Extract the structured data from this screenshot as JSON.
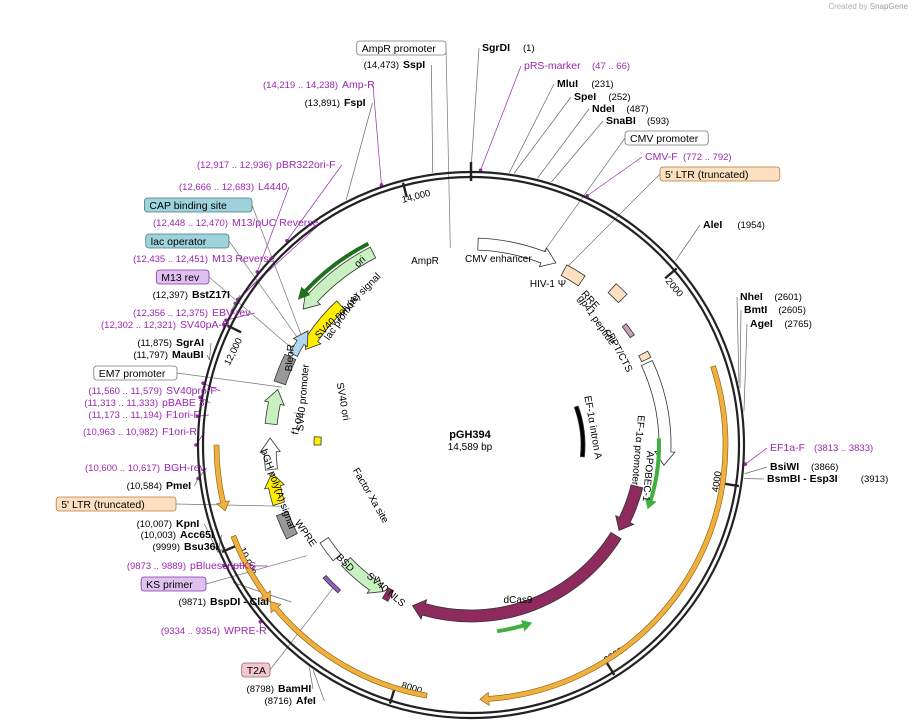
{
  "credit": {
    "prefix": "Created by",
    "brand": "SnapGene"
  },
  "plasmid": {
    "name": "pGH394",
    "size_label": "14,589 bp",
    "length": 14589
  },
  "ticks": [
    "2000",
    "4000",
    "6000",
    "8000",
    "10,000",
    "12,000",
    "14,000"
  ],
  "colors": {
    "backbone": "#222222",
    "site_label": "#000000",
    "primer": "#9c27b0",
    "orf_purple": "#8e2a5e",
    "orf_green": "#c8f0c0",
    "promoter_white": "#ffffff",
    "ori_yellow": "#ffee00",
    "ltr_orange": "#fde0c0",
    "misc_gray": "#999999",
    "highlight": "#f0b040"
  },
  "left_labels": [
    {
      "pos": "(14,473)",
      "name": "SspI",
      "kind": "site"
    },
    {
      "pos": "(14,219 .. 14,238)",
      "name": "Amp-R",
      "kind": "primer"
    },
    {
      "pos": "(13,891)",
      "name": "FspI",
      "kind": "site"
    },
    {
      "pos": "(12,917 .. 12,936)",
      "name": "pBR322ori-F",
      "kind": "primer"
    },
    {
      "pos": "(12,666 .. 12,683)",
      "name": "L4440",
      "kind": "primer"
    },
    {
      "pos": "(12,448 .. 12,470)",
      "name": "M13/pUC Reverse",
      "kind": "primer"
    },
    {
      "pos": "(12,435 .. 12,451)",
      "name": "M13 Reverse",
      "kind": "primer"
    },
    {
      "pos": "(12,397)",
      "name": "BstZ17I",
      "kind": "site"
    },
    {
      "pos": "(12,356 .. 12,375)",
      "name": "EBV-rev",
      "kind": "primer"
    },
    {
      "pos": "(12,302 .. 12,321)",
      "name": "SV40pA-R",
      "kind": "primer"
    },
    {
      "pos": "(11,875)",
      "name": "SgrAI",
      "kind": "site"
    },
    {
      "pos": "(11,797)",
      "name": "MauBI",
      "kind": "site"
    },
    {
      "pos": "(11,560 .. 11,579)",
      "name": "SV40pro-F",
      "kind": "primer"
    },
    {
      "pos": "(11,313 .. 11,333)",
      "name": "pBABE 3'",
      "kind": "primer"
    },
    {
      "pos": "(11,173 .. 11,194)",
      "name": "F1ori-F",
      "kind": "primer"
    },
    {
      "pos": "(10,963 .. 10,982)",
      "name": "F1ori-R",
      "kind": "primer"
    },
    {
      "pos": "(10,600 .. 10,617)",
      "name": "BGH-rev",
      "kind": "primer"
    },
    {
      "pos": "(10,584)",
      "name": "PmeI",
      "kind": "site"
    },
    {
      "pos": "(10,007)",
      "name": "KpnI",
      "kind": "site"
    },
    {
      "pos": "(10,003)",
      "name": "Acc65I",
      "kind": "site"
    },
    {
      "pos": "(9999)",
      "name": "Bsu36I",
      "kind": "site"
    },
    {
      "pos": "(9873 .. 9889)",
      "name": "pBluescriptKS",
      "kind": "primer"
    },
    {
      "pos": "(9871)",
      "name": "BspDI - ClaI",
      "kind": "site"
    },
    {
      "pos": "(9334 .. 9354)",
      "name": "WPRE-R",
      "kind": "primer"
    },
    {
      "pos": "(8798)",
      "name": "BamHI",
      "kind": "site"
    },
    {
      "pos": "(8716)",
      "name": "AfeI",
      "kind": "site"
    }
  ],
  "left_boxes": [
    {
      "name": "AmpR promoter",
      "style": "white"
    },
    {
      "name": "CAP binding site",
      "style": "teal"
    },
    {
      "name": "lac operator",
      "style": "teal"
    },
    {
      "name": "M13 rev",
      "style": "violet"
    },
    {
      "name": "EM7 promoter",
      "style": "white"
    },
    {
      "name": "5' LTR (truncated)",
      "style": "orange"
    },
    {
      "name": "KS primer",
      "style": "violet"
    },
    {
      "name": "T2A",
      "style": "pink"
    }
  ],
  "right_labels": [
    {
      "name": "SgrDI",
      "pos": "(1)",
      "kind": "site"
    },
    {
      "name": "pRS-marker",
      "pos": "(47 .. 66)",
      "kind": "primer"
    },
    {
      "name": "MluI",
      "pos": "(231)",
      "kind": "site"
    },
    {
      "name": "SpeI",
      "pos": "(252)",
      "kind": "site"
    },
    {
      "name": "NdeI",
      "pos": "(487)",
      "kind": "site"
    },
    {
      "name": "SnaBI",
      "pos": "(593)",
      "kind": "site"
    },
    {
      "name": "CMV-F",
      "pos": "(772 .. 792)",
      "kind": "primer"
    },
    {
      "name": "AleI",
      "pos": "(1954)",
      "kind": "site"
    },
    {
      "name": "NheI",
      "pos": "(2601)",
      "kind": "site"
    },
    {
      "name": "BmtI",
      "pos": "(2605)",
      "kind": "site"
    },
    {
      "name": "AgeI",
      "pos": "(2765)",
      "kind": "site"
    },
    {
      "name": "EF1a-F",
      "pos": "(3813 .. 3833)",
      "kind": "primer"
    },
    {
      "name": "BsiWI",
      "pos": "(3866)",
      "kind": "site"
    },
    {
      "name": "BsmBI - Esp3I",
      "pos": "(3913)",
      "kind": "site"
    }
  ],
  "right_boxes": [
    {
      "name": "CMV promoter",
      "style": "white"
    },
    {
      "name": "5' LTR (truncated)",
      "style": "orange"
    }
  ],
  "features": [
    {
      "name": "AmpR",
      "kind": "orf_green"
    },
    {
      "name": "ori",
      "kind": "ori"
    },
    {
      "name": "CMV enhancer",
      "kind": "promoter"
    },
    {
      "name": "HIV-1 Ψ",
      "kind": "ltr"
    },
    {
      "name": "RRE",
      "kind": "ltr"
    },
    {
      "name": "gp41 peptide",
      "kind": "misc"
    },
    {
      "name": "cPPT/CTS",
      "kind": "ltr"
    },
    {
      "name": "EF-1α intron A",
      "kind": "misc"
    },
    {
      "name": "EF-1α promoter",
      "kind": "promoter"
    },
    {
      "name": "APOBEC-1",
      "kind": "orf_purple"
    },
    {
      "name": "dCas9",
      "kind": "orf_purple"
    },
    {
      "name": "SV40 NLS",
      "kind": "misc"
    },
    {
      "name": "BSD",
      "kind": "orf_green"
    },
    {
      "name": "WPRE",
      "kind": "misc"
    },
    {
      "name": "Factor Xa site",
      "kind": "misc"
    },
    {
      "name": "bGH poly(A) signal",
      "kind": "misc"
    },
    {
      "name": "f1 ori",
      "kind": "ori"
    },
    {
      "name": "SV40 promoter",
      "kind": "promoter"
    },
    {
      "name": "SV40 ori",
      "kind": "ori"
    },
    {
      "name": "BleoR",
      "kind": "orf_green"
    },
    {
      "name": "lac promoter",
      "kind": "promoter"
    },
    {
      "name": "SV40 poly(A) signal",
      "kind": "misc"
    }
  ]
}
